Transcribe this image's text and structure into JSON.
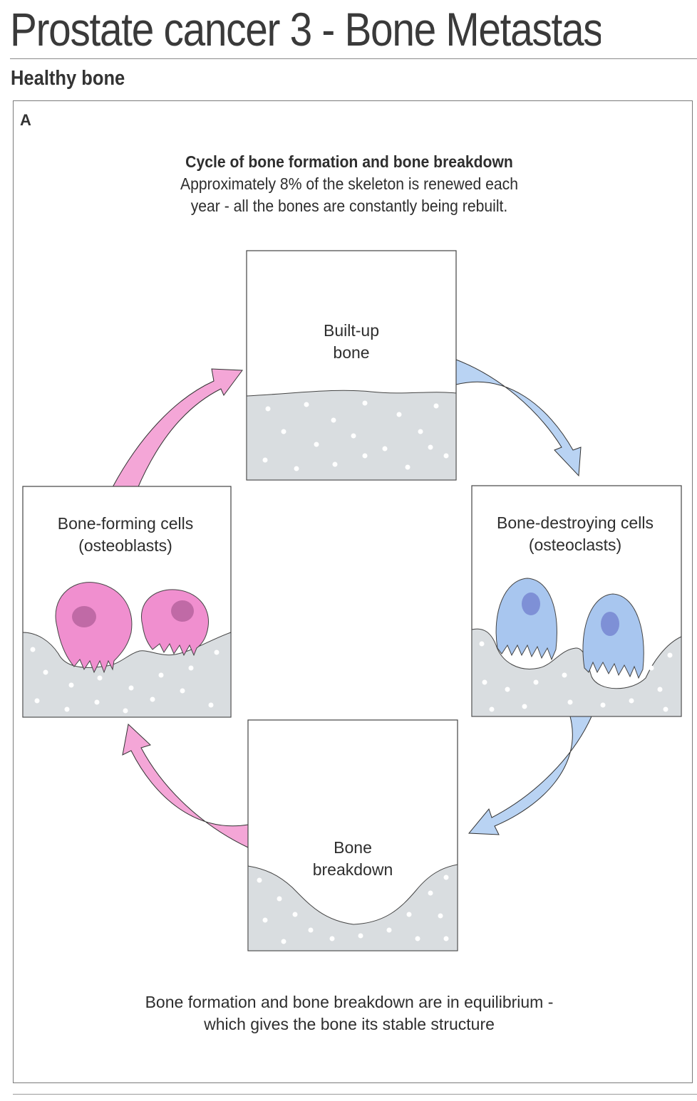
{
  "page": {
    "title": "Prostate cancer 3 - Bone Metastase",
    "section": "Healthy bone",
    "panel_letter": "A"
  },
  "intro": {
    "heading": "Cycle of bone formation and bone breakdown",
    "line1": "Approximately 8% of the skeleton is renewed each",
    "line2": "year - all the bones are constantly being rebuilt."
  },
  "boxes": {
    "top": {
      "line1": "Built-up",
      "line2": "bone"
    },
    "left": {
      "line1": "Bone-forming cells",
      "line2": "(osteoblasts)"
    },
    "right": {
      "line1": "Bone-destroying cells",
      "line2": "(osteoclasts)"
    },
    "bottom": {
      "line1": "Bone",
      "line2": "breakdown"
    }
  },
  "footer": {
    "line1": "Bone formation and bone breakdown are in equilibrium -",
    "line2": "which gives the bone its stable structure"
  },
  "colors": {
    "bone": "#d9dde0",
    "osteoblast": "#f08fcf",
    "osteoblast_nucleus": "#c06aa6",
    "osteoclast": "#a8c6ef",
    "osteoclast_nucleus": "#7e90d6",
    "arrow_pink": "#f4a6d7",
    "arrow_blue": "#b9d3f3"
  }
}
